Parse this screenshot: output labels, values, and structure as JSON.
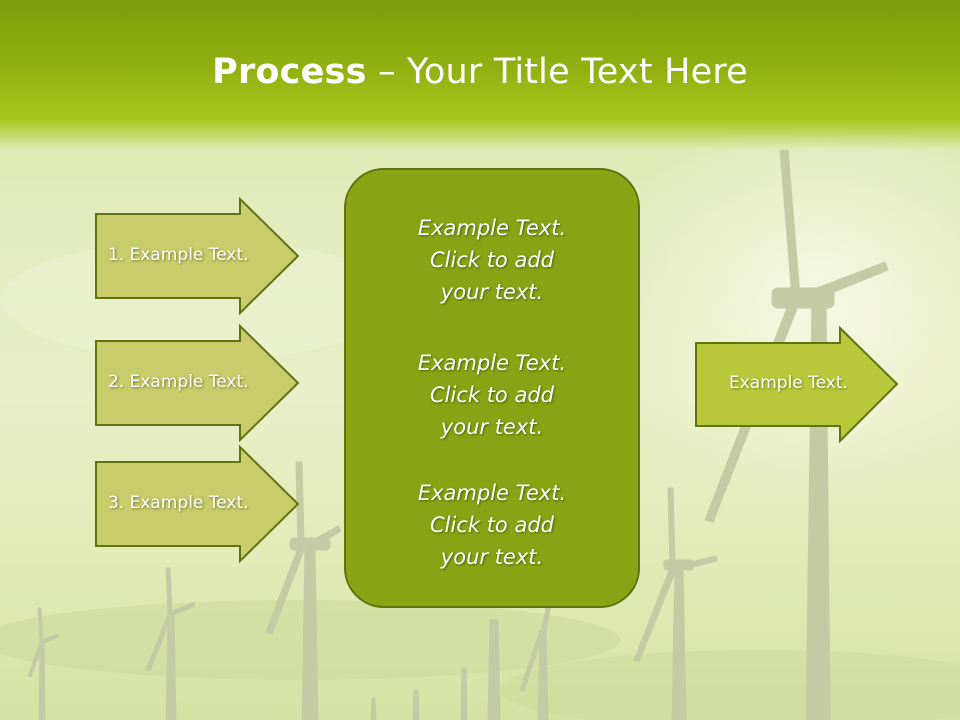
{
  "title": {
    "bold": "Process",
    "dash": " – ",
    "rest": "Your Title Text Here"
  },
  "left_arrows": [
    {
      "label": "1. Example Text."
    },
    {
      "label": "2. Example Text."
    },
    {
      "label": "3. Example Text."
    }
  ],
  "center_blocks": [
    {
      "line1": "Example Text.",
      "line2": "Click  to add",
      "line3": "your text."
    },
    {
      "line1": "Example Text.",
      "line2": "Click  to add",
      "line3": "your text."
    },
    {
      "line1": "Example Text.",
      "line2": "Click  to add",
      "line3": "your text."
    }
  ],
  "right_arrow": {
    "label": "Example Text."
  },
  "colors": {
    "title_bar": "#91b010",
    "left_arrow_fill": "#c9cc6b",
    "center_fill": "#88a414",
    "right_arrow_fill": "#b8c83a",
    "outline": "#5e7411"
  }
}
